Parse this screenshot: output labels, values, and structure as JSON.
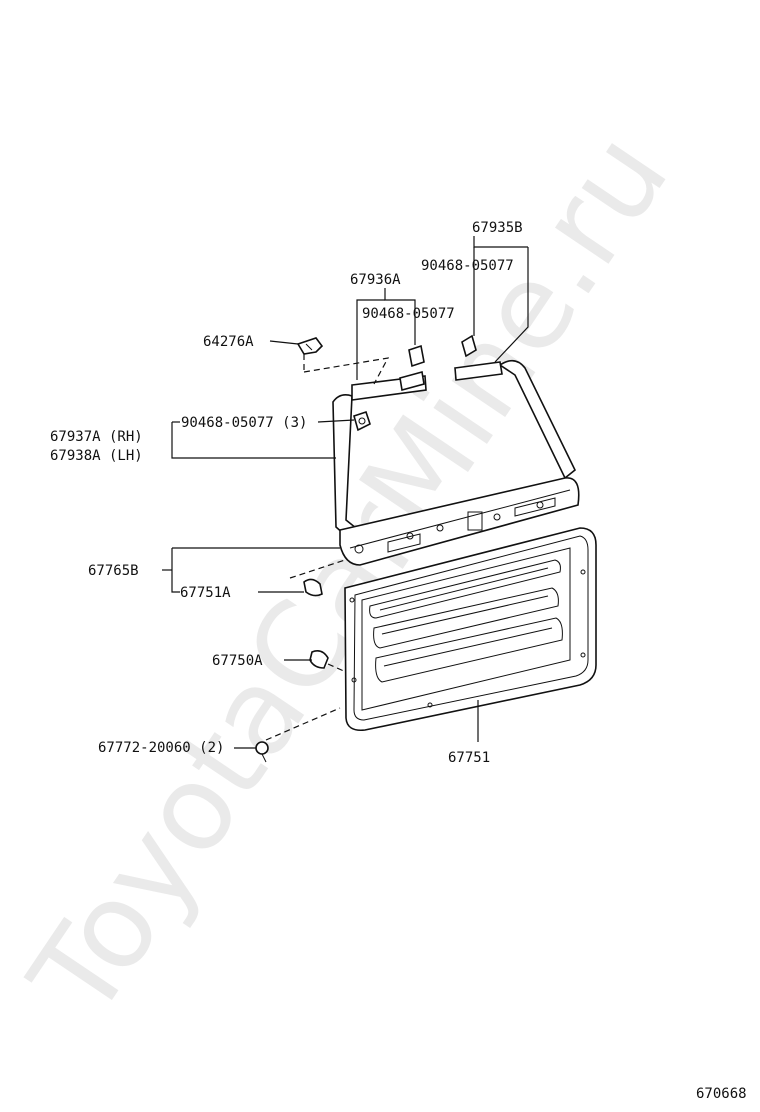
{
  "watermark": "ToyotaCarMine.ru",
  "diagram_id": "670668",
  "labels": {
    "p67935B": "67935B",
    "p90468_a": "90468-05077",
    "p67936A": "67936A",
    "p90468_b": "90468-05077",
    "p64276A": "64276A",
    "p90468_c": "90468-05077 (3)",
    "p67937A": "67937A (RH)",
    "p67938A": "67938A (LH)",
    "p67765B": "67765B",
    "p67751A": "67751A",
    "p67750A": "67750A",
    "p67772": "67772-20060 (2)",
    "p67751": "67751"
  }
}
